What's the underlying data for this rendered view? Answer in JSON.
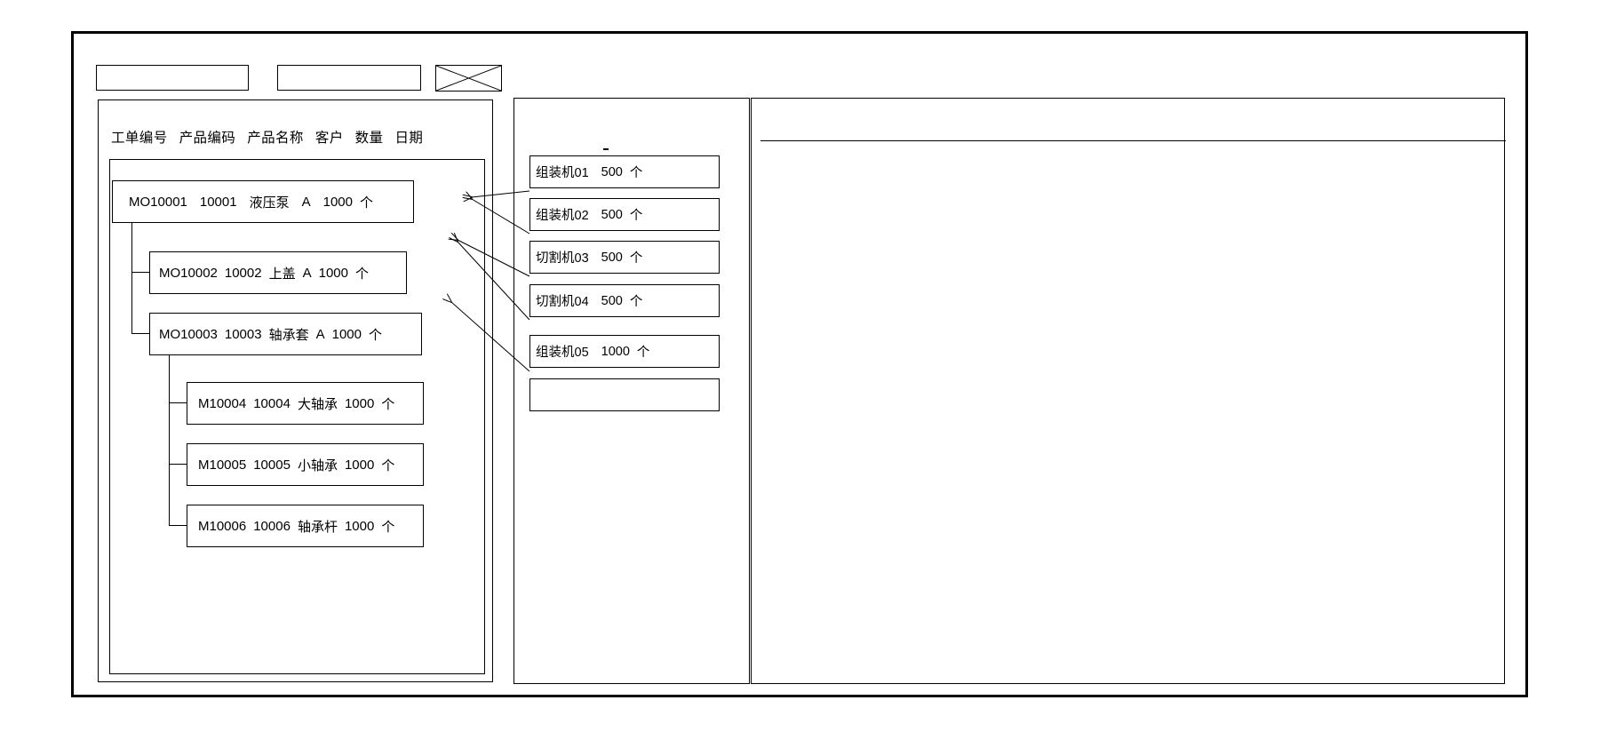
{
  "window": {
    "title": ""
  },
  "toolbar": {
    "field_1_value": "",
    "field_2_value": "",
    "image_placeholder_name": "image-placeholder-icon"
  },
  "left_panel": {
    "columns": [
      "工单编号",
      "产品编码",
      "产品名称",
      "客户",
      "数量",
      "日期"
    ],
    "orders": [
      {
        "level": 0,
        "order_no": "MO10001",
        "product_code": "10001",
        "product_name": "液压泵",
        "customer": "A",
        "quantity": "1000",
        "unit": "个"
      },
      {
        "level": 1,
        "order_no": "MO10002",
        "product_code": "10002",
        "product_name": "上盖",
        "customer": "A",
        "quantity": "1000",
        "unit": "个"
      },
      {
        "level": 1,
        "order_no": "MO10003",
        "product_code": "10003",
        "product_name": "轴承套",
        "customer": "A",
        "quantity": "1000",
        "unit": "个"
      },
      {
        "level": 2,
        "order_no": "M10004",
        "product_code": "10004",
        "product_name": "大轴承",
        "customer": "",
        "quantity": "1000",
        "unit": "个"
      },
      {
        "level": 2,
        "order_no": "M10005",
        "product_code": "10005",
        "product_name": "小轴承",
        "customer": "",
        "quantity": "1000",
        "unit": "个"
      },
      {
        "level": 2,
        "order_no": "M10006",
        "product_code": "10006",
        "product_name": "轴承杆",
        "customer": "",
        "quantity": "1000",
        "unit": "个"
      }
    ]
  },
  "middle_panel": {
    "machines": [
      {
        "name": "组装机01",
        "quantity": "500",
        "unit": "个"
      },
      {
        "name": "组装机02",
        "quantity": "500",
        "unit": "个"
      },
      {
        "name": "切割机03",
        "quantity": "500",
        "unit": "个"
      },
      {
        "name": "切割机04",
        "quantity": "500",
        "unit": "个"
      },
      {
        "name": "组装机05",
        "quantity": "1000",
        "unit": "个"
      },
      {
        "name": "",
        "quantity": "",
        "unit": ""
      }
    ]
  },
  "right_panel": {
    "header_text": "",
    "body_text": ""
  },
  "colors": {
    "line": "#000000",
    "background": "#ffffff"
  }
}
